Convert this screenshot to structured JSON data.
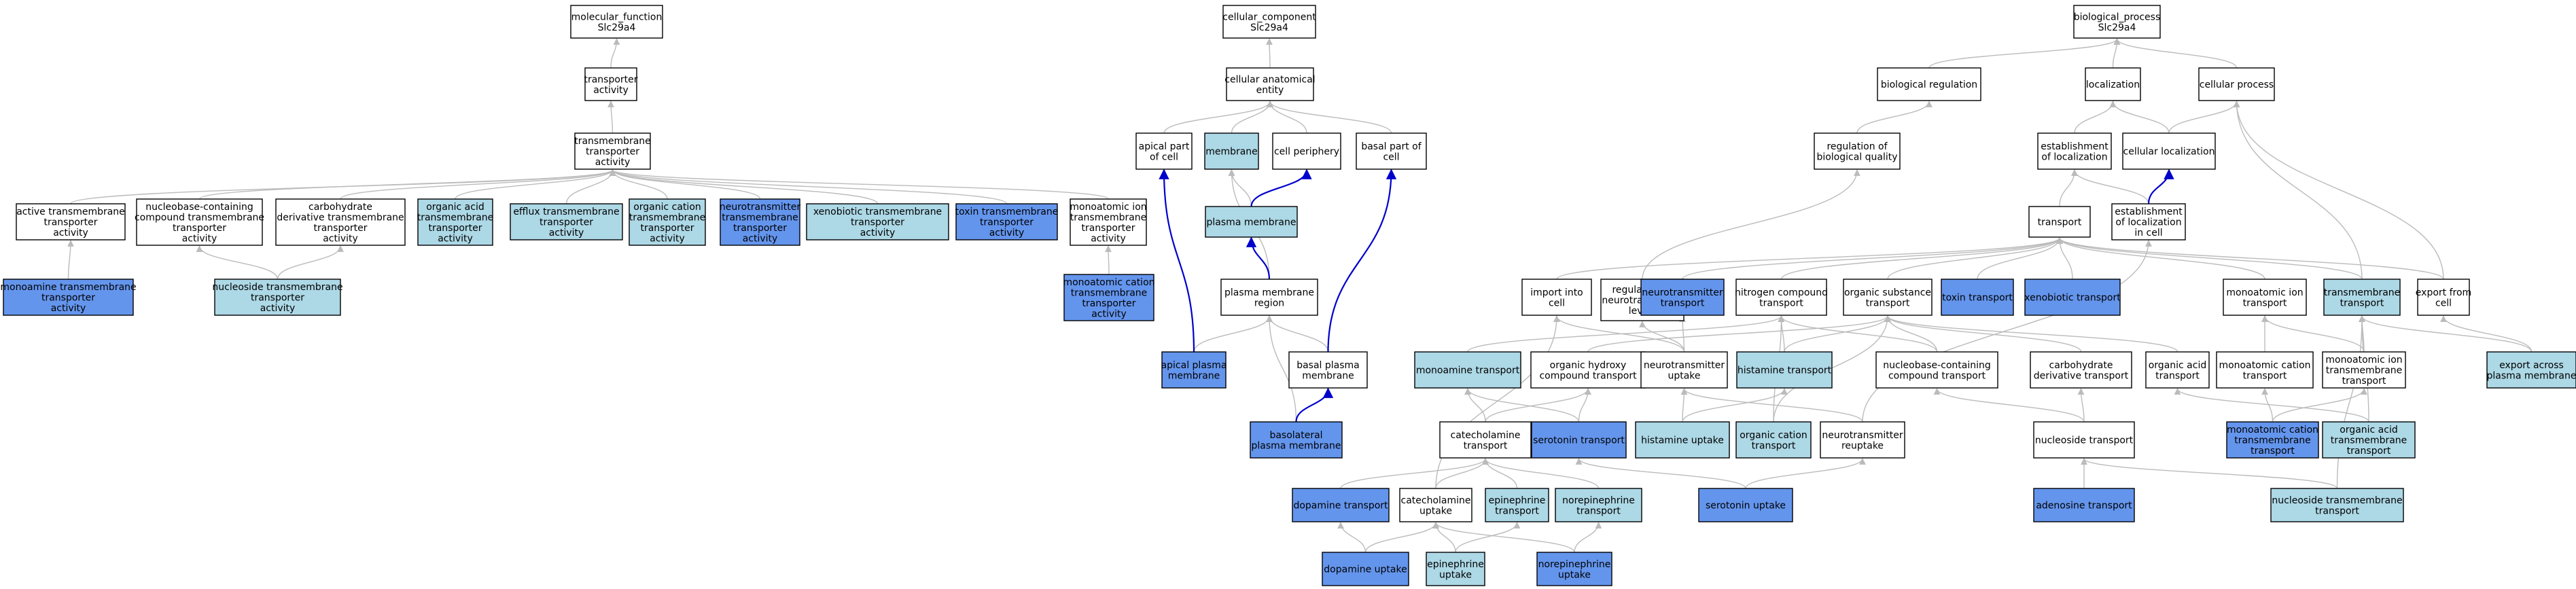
{
  "colors": {
    "plain": "#ffffff",
    "light": "#add8e6",
    "dark": "#6495ed",
    "edge_gray": "#bbbbbb",
    "edge_blue": "#0000cc"
  },
  "nodes": {
    "mf_root": {
      "lines": [
        "molecular_function",
        "Slc29a4"
      ],
      "fill": "plain"
    },
    "transporter_activity": {
      "lines": [
        "transporter",
        "activity"
      ],
      "fill": "plain"
    },
    "tm_transporter_activity": {
      "lines": [
        "transmembrane",
        "transporter",
        "activity"
      ],
      "fill": "plain"
    },
    "active_tm": {
      "lines": [
        "active transmembrane",
        "transporter",
        "activity"
      ],
      "fill": "plain"
    },
    "nucleobase_tm": {
      "lines": [
        "nucleobase-containing",
        "compound transmembrane",
        "transporter",
        "activity"
      ],
      "fill": "plain"
    },
    "carb_tm": {
      "lines": [
        "carbohydrate",
        "derivative transmembrane",
        "transporter",
        "activity"
      ],
      "fill": "plain"
    },
    "organic_acid_tm": {
      "lines": [
        "organic acid",
        "transmembrane",
        "transporter",
        "activity"
      ],
      "fill": "light"
    },
    "efflux_tm": {
      "lines": [
        "efflux transmembrane",
        "transporter",
        "activity"
      ],
      "fill": "light"
    },
    "organic_cation_tm": {
      "lines": [
        "organic cation",
        "transmembrane",
        "transporter",
        "activity"
      ],
      "fill": "light"
    },
    "neurotransmitter_tm": {
      "lines": [
        "neurotransmitter",
        "transmembrane",
        "transporter",
        "activity"
      ],
      "fill": "dark"
    },
    "xenobiotic_tm": {
      "lines": [
        "xenobiotic transmembrane",
        "transporter",
        "activity"
      ],
      "fill": "light"
    },
    "toxin_tm": {
      "lines": [
        "toxin transmembrane",
        "transporter",
        "activity"
      ],
      "fill": "dark"
    },
    "monoatomic_ion_tm": {
      "lines": [
        "monoatomic ion",
        "transmembrane",
        "transporter",
        "activity"
      ],
      "fill": "plain"
    },
    "monoamine_tm": {
      "lines": [
        "monoamine transmembrane",
        "transporter",
        "activity"
      ],
      "fill": "dark"
    },
    "nucleoside_tm": {
      "lines": [
        "nucleoside transmembrane",
        "transporter",
        "activity"
      ],
      "fill": "light"
    },
    "monoatomic_cation_tm": {
      "lines": [
        "monoatomic cation",
        "transmembrane",
        "transporter",
        "activity"
      ],
      "fill": "dark"
    },
    "cc_root": {
      "lines": [
        "cellular_component",
        "Slc29a4"
      ],
      "fill": "plain"
    },
    "cell_anat_entity": {
      "lines": [
        "cellular anatomical",
        "entity"
      ],
      "fill": "plain"
    },
    "apical_part": {
      "lines": [
        "apical part",
        "of cell"
      ],
      "fill": "plain"
    },
    "membrane": {
      "lines": [
        "membrane"
      ],
      "fill": "light"
    },
    "cell_periphery": {
      "lines": [
        "cell periphery"
      ],
      "fill": "plain"
    },
    "basal_part": {
      "lines": [
        "basal part of",
        "cell"
      ],
      "fill": "plain"
    },
    "plasma_membrane": {
      "lines": [
        "plasma membrane"
      ],
      "fill": "light"
    },
    "pm_region": {
      "lines": [
        "plasma membrane",
        "region"
      ],
      "fill": "plain"
    },
    "apical_pm": {
      "lines": [
        "apical plasma",
        "membrane"
      ],
      "fill": "dark"
    },
    "basal_pm": {
      "lines": [
        "basal plasma",
        "membrane"
      ],
      "fill": "plain"
    },
    "basolateral_pm": {
      "lines": [
        "basolateral",
        "plasma membrane"
      ],
      "fill": "dark"
    },
    "bp_root": {
      "lines": [
        "biological_process",
        "Slc29a4"
      ],
      "fill": "plain"
    },
    "bio_regulation": {
      "lines": [
        "biological regulation"
      ],
      "fill": "plain"
    },
    "localization": {
      "lines": [
        "localization"
      ],
      "fill": "plain"
    },
    "cellular_process": {
      "lines": [
        "cellular process"
      ],
      "fill": "plain"
    },
    "reg_bio_quality": {
      "lines": [
        "regulation of",
        "biological quality"
      ],
      "fill": "plain"
    },
    "est_localization": {
      "lines": [
        "establishment",
        "of localization"
      ],
      "fill": "plain"
    },
    "cell_localization": {
      "lines": [
        "cellular localization"
      ],
      "fill": "plain"
    },
    "transport": {
      "lines": [
        "transport"
      ],
      "fill": "plain"
    },
    "est_loc_cell": {
      "lines": [
        "establishment",
        "of localization",
        "in cell"
      ],
      "fill": "plain"
    },
    "import_into_cell": {
      "lines": [
        "import into",
        "cell"
      ],
      "fill": "plain"
    },
    "reg_nt_levels": {
      "lines": [
        "regulation of",
        "neurotransmitter",
        "levels"
      ],
      "fill": "plain"
    },
    "nt_transport": {
      "lines": [
        "neurotransmitter",
        "transport"
      ],
      "fill": "dark"
    },
    "nitrogen_transport": {
      "lines": [
        "nitrogen compound",
        "transport"
      ],
      "fill": "plain"
    },
    "organic_subst_transport": {
      "lines": [
        "organic substance",
        "transport"
      ],
      "fill": "plain"
    },
    "toxin_transport": {
      "lines": [
        "toxin transport"
      ],
      "fill": "dark"
    },
    "xenobiotic_transport": {
      "lines": [
        "xenobiotic transport"
      ],
      "fill": "dark"
    },
    "monoatomic_ion_transport": {
      "lines": [
        "monoatomic ion",
        "transport"
      ],
      "fill": "plain"
    },
    "tm_transport": {
      "lines": [
        "transmembrane",
        "transport"
      ],
      "fill": "light"
    },
    "export_from_cell": {
      "lines": [
        "export from",
        "cell"
      ],
      "fill": "plain"
    },
    "monoamine_transport": {
      "lines": [
        "monoamine transport"
      ],
      "fill": "light"
    },
    "organic_hydroxy": {
      "lines": [
        "organic hydroxy",
        "compound transport"
      ],
      "fill": "plain"
    },
    "nt_uptake": {
      "lines": [
        "neurotransmitter",
        "uptake"
      ],
      "fill": "plain"
    },
    "histamine_transport": {
      "lines": [
        "histamine transport"
      ],
      "fill": "light"
    },
    "nucleobase_transport": {
      "lines": [
        "nucleobase-containing",
        "compound transport"
      ],
      "fill": "plain"
    },
    "carb_transport": {
      "lines": [
        "carbohydrate",
        "derivative transport"
      ],
      "fill": "plain"
    },
    "organic_acid_transport": {
      "lines": [
        "organic acid",
        "transport"
      ],
      "fill": "plain"
    },
    "monoatomic_cation_transport": {
      "lines": [
        "monoatomic cation",
        "transport"
      ],
      "fill": "plain"
    },
    "monoatomic_ion_tm_transport": {
      "lines": [
        "monoatomic ion",
        "transmembrane",
        "transport"
      ],
      "fill": "plain"
    },
    "export_pm": {
      "lines": [
        "export across",
        "plasma membrane"
      ],
      "fill": "light"
    },
    "catecholamine_transport": {
      "lines": [
        "catecholamine",
        "transport"
      ],
      "fill": "plain"
    },
    "serotonin_transport": {
      "lines": [
        "serotonin transport"
      ],
      "fill": "dark"
    },
    "histamine_uptake": {
      "lines": [
        "histamine uptake"
      ],
      "fill": "light"
    },
    "organic_cation_transport": {
      "lines": [
        "organic cation",
        "transport"
      ],
      "fill": "light"
    },
    "nt_reuptake": {
      "lines": [
        "neurotransmitter",
        "reuptake"
      ],
      "fill": "plain"
    },
    "nucleoside_transport": {
      "lines": [
        "nucleoside transport"
      ],
      "fill": "plain"
    },
    "monoatomic_cation_tm_transport": {
      "lines": [
        "monoatomic cation",
        "transmembrane",
        "transport"
      ],
      "fill": "dark"
    },
    "organic_acid_tm_transport": {
      "lines": [
        "organic acid",
        "transmembrane",
        "transport"
      ],
      "fill": "light"
    },
    "dopamine_transport": {
      "lines": [
        "dopamine transport"
      ],
      "fill": "dark"
    },
    "catecholamine_uptake": {
      "lines": [
        "catecholamine",
        "uptake"
      ],
      "fill": "plain"
    },
    "epinephrine_transport": {
      "lines": [
        "epinephrine",
        "transport"
      ],
      "fill": "light"
    },
    "norepinephrine_transport": {
      "lines": [
        "norepinephrine",
        "transport"
      ],
      "fill": "light"
    },
    "serotonin_uptake": {
      "lines": [
        "serotonin uptake"
      ],
      "fill": "dark"
    },
    "adenosine_transport": {
      "lines": [
        "adenosine transport"
      ],
      "fill": "dark"
    },
    "nucleoside_tm_transport": {
      "lines": [
        "nucleoside transmembrane",
        "transport"
      ],
      "fill": "light"
    },
    "dopamine_uptake": {
      "lines": [
        "dopamine uptake"
      ],
      "fill": "dark"
    },
    "epinephrine_uptake": {
      "lines": [
        "epinephrine",
        "uptake"
      ],
      "fill": "light"
    },
    "norepinephrine_uptake": {
      "lines": [
        "norepinephrine",
        "uptake"
      ],
      "fill": "dark"
    }
  },
  "edges": [
    {
      "from": "transporter_activity",
      "to": "mf_root"
    },
    {
      "from": "tm_transporter_activity",
      "to": "transporter_activity"
    },
    {
      "from": "active_tm",
      "to": "tm_transporter_activity"
    },
    {
      "from": "nucleobase_tm",
      "to": "tm_transporter_activity"
    },
    {
      "from": "carb_tm",
      "to": "tm_transporter_activity"
    },
    {
      "from": "organic_acid_tm",
      "to": "tm_transporter_activity"
    },
    {
      "from": "efflux_tm",
      "to": "tm_transporter_activity"
    },
    {
      "from": "organic_cation_tm",
      "to": "tm_transporter_activity"
    },
    {
      "from": "neurotransmitter_tm",
      "to": "tm_transporter_activity"
    },
    {
      "from": "xenobiotic_tm",
      "to": "tm_transporter_activity"
    },
    {
      "from": "toxin_tm",
      "to": "tm_transporter_activity"
    },
    {
      "from": "monoatomic_ion_tm",
      "to": "tm_transporter_activity"
    },
    {
      "from": "monoamine_tm",
      "to": "active_tm"
    },
    {
      "from": "nucleoside_tm",
      "to": "nucleobase_tm"
    },
    {
      "from": "nucleoside_tm",
      "to": "carb_tm"
    },
    {
      "from": "monoatomic_cation_tm",
      "to": "monoatomic_ion_tm"
    },
    {
      "from": "cell_anat_entity",
      "to": "cc_root"
    },
    {
      "from": "apical_part",
      "to": "cell_anat_entity"
    },
    {
      "from": "membrane",
      "to": "cell_anat_entity"
    },
    {
      "from": "cell_periphery",
      "to": "cell_anat_entity"
    },
    {
      "from": "basal_part",
      "to": "cell_anat_entity"
    },
    {
      "from": "plasma_membrane",
      "to": "membrane"
    },
    {
      "from": "plasma_membrane",
      "to": "cell_periphery",
      "style": "blue"
    },
    {
      "from": "pm_region",
      "to": "membrane"
    },
    {
      "from": "pm_region",
      "to": "plasma_membrane",
      "style": "blue"
    },
    {
      "from": "apical_pm",
      "to": "pm_region"
    },
    {
      "from": "apical_pm",
      "to": "apical_part",
      "style": "blue"
    },
    {
      "from": "basal_pm",
      "to": "pm_region"
    },
    {
      "from": "basal_pm",
      "to": "basal_part",
      "style": "blue"
    },
    {
      "from": "basolateral_pm",
      "to": "pm_region"
    },
    {
      "from": "basolateral_pm",
      "to": "basal_pm",
      "style": "blue"
    },
    {
      "from": "bio_regulation",
      "to": "bp_root"
    },
    {
      "from": "localization",
      "to": "bp_root"
    },
    {
      "from": "cellular_process",
      "to": "bp_root"
    },
    {
      "from": "reg_bio_quality",
      "to": "bio_regulation"
    },
    {
      "from": "est_localization",
      "to": "localization"
    },
    {
      "from": "cell_localization",
      "to": "localization"
    },
    {
      "from": "cell_localization",
      "to": "cellular_process"
    },
    {
      "from": "transport",
      "to": "est_localization"
    },
    {
      "from": "est_loc_cell",
      "to": "est_localization"
    },
    {
      "from": "est_loc_cell",
      "to": "cell_localization",
      "style": "blue"
    },
    {
      "from": "reg_nt_levels",
      "to": "reg_bio_quality"
    },
    {
      "from": "import_into_cell",
      "to": "transport"
    },
    {
      "from": "nt_transport",
      "to": "transport"
    },
    {
      "from": "nitrogen_transport",
      "to": "transport"
    },
    {
      "from": "organic_subst_transport",
      "to": "transport"
    },
    {
      "from": "toxin_transport",
      "to": "transport"
    },
    {
      "from": "xenobiotic_transport",
      "to": "transport"
    },
    {
      "from": "monoatomic_ion_transport",
      "to": "transport"
    },
    {
      "from": "tm_transport",
      "to": "transport"
    },
    {
      "from": "tm_transport",
      "to": "cellular_process"
    },
    {
      "from": "export_from_cell",
      "to": "transport"
    },
    {
      "from": "export_from_cell",
      "to": "cellular_process"
    },
    {
      "from": "monoamine_transport",
      "to": "nitrogen_transport"
    },
    {
      "from": "organic_hydroxy",
      "to": "organic_subst_transport"
    },
    {
      "from": "nt_uptake",
      "to": "import_into_cell"
    },
    {
      "from": "nt_uptake",
      "to": "reg_nt_levels"
    },
    {
      "from": "nt_uptake",
      "to": "nt_transport"
    },
    {
      "from": "histamine_transport",
      "to": "nitrogen_transport"
    },
    {
      "from": "histamine_transport",
      "to": "organic_subst_transport"
    },
    {
      "from": "nucleobase_transport",
      "to": "organic_subst_transport"
    },
    {
      "from": "nucleobase_transport",
      "to": "nitrogen_transport"
    },
    {
      "from": "carb_transport",
      "to": "organic_subst_transport"
    },
    {
      "from": "organic_acid_transport",
      "to": "organic_subst_transport"
    },
    {
      "from": "monoatomic_cation_transport",
      "to": "monoatomic_ion_transport"
    },
    {
      "from": "monoatomic_ion_tm_transport",
      "to": "monoatomic_ion_transport"
    },
    {
      "from": "monoatomic_ion_tm_transport",
      "to": "tm_transport"
    },
    {
      "from": "export_pm",
      "to": "export_from_cell"
    },
    {
      "from": "export_pm",
      "to": "tm_transport"
    },
    {
      "from": "catecholamine_transport",
      "to": "monoamine_transport"
    },
    {
      "from": "catecholamine_transport",
      "to": "organic_hydroxy"
    },
    {
      "from": "serotonin_transport",
      "to": "monoamine_transport"
    },
    {
      "from": "serotonin_transport",
      "to": "organic_hydroxy"
    },
    {
      "from": "histamine_uptake",
      "to": "nt_uptake"
    },
    {
      "from": "histamine_uptake",
      "to": "histamine_transport"
    },
    {
      "from": "organic_cation_transport",
      "to": "organic_subst_transport"
    },
    {
      "from": "organic_cation_transport",
      "to": "nitrogen_transport"
    },
    {
      "from": "nt_reuptake",
      "to": "nt_uptake"
    },
    {
      "from": "nt_reuptake",
      "to": "est_loc_cell"
    },
    {
      "from": "nucleoside_transport",
      "to": "carb_transport"
    },
    {
      "from": "nucleoside_transport",
      "to": "nucleobase_transport"
    },
    {
      "from": "monoatomic_cation_tm_transport",
      "to": "monoatomic_cation_transport"
    },
    {
      "from": "monoatomic_cation_tm_transport",
      "to": "monoatomic_ion_tm_transport"
    },
    {
      "from": "organic_acid_tm_transport",
      "to": "organic_acid_transport"
    },
    {
      "from": "organic_acid_tm_transport",
      "to": "tm_transport"
    },
    {
      "from": "dopamine_transport",
      "to": "catecholamine_transport"
    },
    {
      "from": "catecholamine_uptake",
      "to": "catecholamine_transport"
    },
    {
      "from": "catecholamine_uptake",
      "to": "import_into_cell"
    },
    {
      "from": "epinephrine_transport",
      "to": "catecholamine_transport"
    },
    {
      "from": "norepinephrine_transport",
      "to": "catecholamine_transport"
    },
    {
      "from": "serotonin_uptake",
      "to": "serotonin_transport"
    },
    {
      "from": "serotonin_uptake",
      "to": "nt_reuptake"
    },
    {
      "from": "adenosine_transport",
      "to": "nucleoside_transport"
    },
    {
      "from": "nucleoside_tm_transport",
      "to": "nucleoside_transport"
    },
    {
      "from": "nucleoside_tm_transport",
      "to": "tm_transport"
    },
    {
      "from": "dopamine_uptake",
      "to": "dopamine_transport"
    },
    {
      "from": "dopamine_uptake",
      "to": "catecholamine_uptake"
    },
    {
      "from": "epinephrine_uptake",
      "to": "epinephrine_transport"
    },
    {
      "from": "epinephrine_uptake",
      "to": "catecholamine_uptake"
    },
    {
      "from": "norepinephrine_uptake",
      "to": "norepinephrine_transport"
    },
    {
      "from": "norepinephrine_uptake",
      "to": "catecholamine_uptake"
    }
  ]
}
